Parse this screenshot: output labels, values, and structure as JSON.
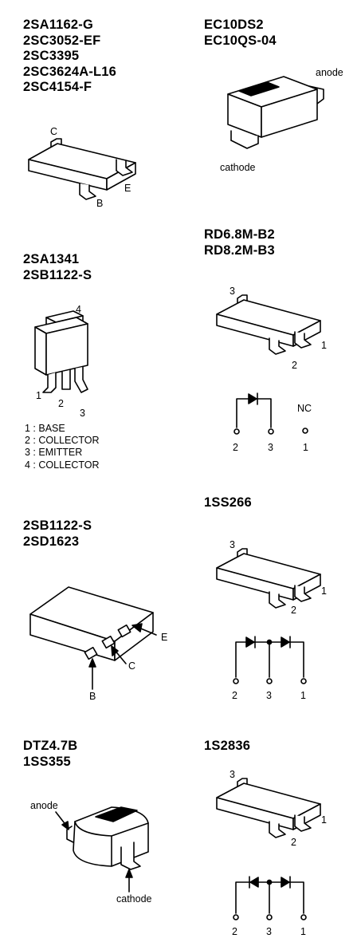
{
  "sections": {
    "sot23_transistors": {
      "titles": [
        "2SA1162-G",
        "2SC3052-EF",
        "2SC3395",
        "2SC3624A-L16",
        "2SC4154-F"
      ],
      "pins": {
        "c": "C",
        "b": "B",
        "e": "E"
      }
    },
    "diode_ec10": {
      "titles": [
        "EC10DS2",
        "EC10QS-04"
      ],
      "anode": "anode",
      "cathode": "cathode"
    },
    "dpak": {
      "titles": [
        "2SA1341",
        "2SB1122-S"
      ],
      "pins": [
        "1",
        "2",
        "3",
        "4"
      ],
      "legend": [
        "1 : BASE",
        "2 : COLLECTOR",
        "3 : EMITTER",
        "4 : COLLECTOR"
      ]
    },
    "rd_zener": {
      "titles": [
        "RD6.8M-B2",
        "RD8.2M-B3"
      ],
      "pkg_pins": [
        "3",
        "1",
        "2"
      ],
      "schem": {
        "nc": "NC",
        "pins": [
          "2",
          "3",
          "1"
        ]
      }
    },
    "sot89": {
      "titles": [
        "2SB1122-S",
        "2SD1623"
      ],
      "pins": {
        "e": "E",
        "c": "C",
        "b": "B"
      }
    },
    "diode_1ss266": {
      "titles": [
        "1SS266"
      ],
      "pkg_pins": [
        "3",
        "1",
        "2"
      ],
      "schem_pins": [
        "2",
        "3",
        "1"
      ]
    },
    "minimold": {
      "titles": [
        "DTZ4.7B",
        "1SS355"
      ],
      "anode": "anode",
      "cathode": "cathode"
    },
    "diode_1s2836": {
      "titles": [
        "1S2836"
      ],
      "pkg_pins": [
        "3",
        "1",
        "2"
      ],
      "schem_pins": [
        "2",
        "3",
        "1"
      ]
    }
  }
}
